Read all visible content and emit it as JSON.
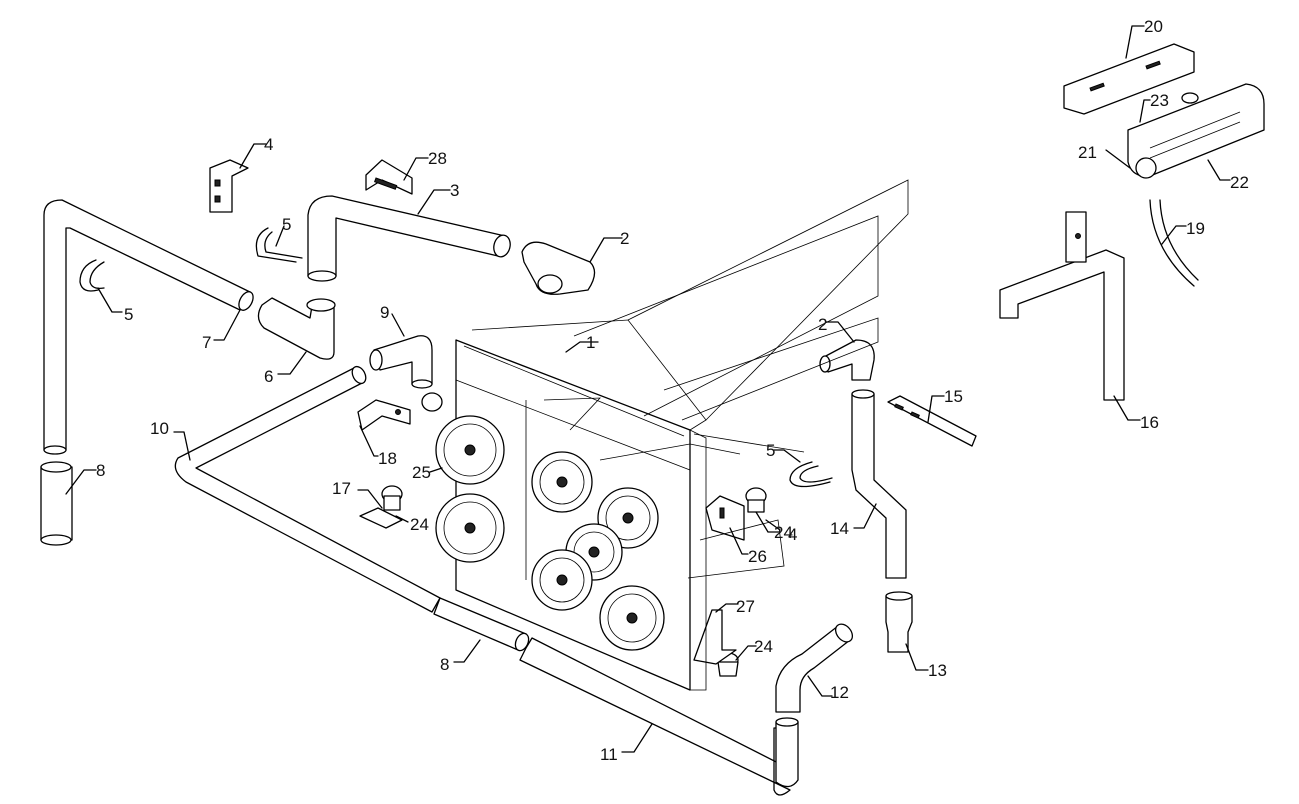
{
  "diagram": {
    "callouts": [
      {
        "id": "c1",
        "text": "1"
      },
      {
        "id": "c2a",
        "text": "2"
      },
      {
        "id": "c2b",
        "text": "2"
      },
      {
        "id": "c3",
        "text": "3"
      },
      {
        "id": "c4a",
        "text": "4"
      },
      {
        "id": "c4b",
        "text": "4"
      },
      {
        "id": "c5a",
        "text": "5"
      },
      {
        "id": "c5b",
        "text": "5"
      },
      {
        "id": "c5c",
        "text": "5"
      },
      {
        "id": "c6",
        "text": "6"
      },
      {
        "id": "c7",
        "text": "7"
      },
      {
        "id": "c8a",
        "text": "8"
      },
      {
        "id": "c8b",
        "text": "8"
      },
      {
        "id": "c9",
        "text": "9"
      },
      {
        "id": "c10",
        "text": "10"
      },
      {
        "id": "c11",
        "text": "11"
      },
      {
        "id": "c12",
        "text": "12"
      },
      {
        "id": "c13",
        "text": "13"
      },
      {
        "id": "c14",
        "text": "14"
      },
      {
        "id": "c15",
        "text": "15"
      },
      {
        "id": "c16",
        "text": "16"
      },
      {
        "id": "c17",
        "text": "17"
      },
      {
        "id": "c18",
        "text": "18"
      },
      {
        "id": "c19",
        "text": "19"
      },
      {
        "id": "c20",
        "text": "20"
      },
      {
        "id": "c21",
        "text": "21"
      },
      {
        "id": "c22",
        "text": "22"
      },
      {
        "id": "c23",
        "text": "23"
      },
      {
        "id": "c24a",
        "text": "24"
      },
      {
        "id": "c24b",
        "text": "24"
      },
      {
        "id": "c24c",
        "text": "24"
      },
      {
        "id": "c25",
        "text": "25"
      },
      {
        "id": "c26",
        "text": "26"
      },
      {
        "id": "c27",
        "text": "27"
      },
      {
        "id": "c28",
        "text": "28"
      }
    ]
  }
}
